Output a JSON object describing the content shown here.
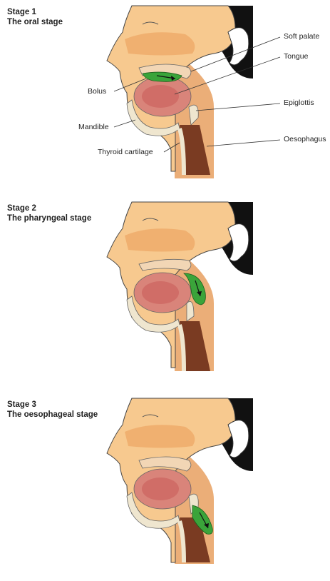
{
  "stages": [
    {
      "heading": "Stage 1",
      "subheading": "The oral stage",
      "labels": {
        "soft_palate": "Soft palate",
        "tongue": "Tongue",
        "bolus": "Bolus",
        "epiglottis": "Epiglottis",
        "mandible": "Mandible",
        "oesophagus": "Oesophagus",
        "thyroid_cartilage": "Thyroid cartilage"
      },
      "bolus_position": "mouth"
    },
    {
      "heading": "Stage 2",
      "subheading": "The pharyngeal stage",
      "bolus_position": "pharynx"
    },
    {
      "heading": "Stage 3",
      "subheading": "The oesophageal stage",
      "bolus_position": "oesophagus"
    }
  ],
  "colors": {
    "skin": "#f7c98f",
    "skin_dark": "#e59a4e",
    "tongue": "#d9847a",
    "tongue_inner": "#c95e5a",
    "bolus": "#3aa43a",
    "oesophagus": "#7a3b22",
    "cartilage": "#efe6cf",
    "hair": "#111111"
  }
}
